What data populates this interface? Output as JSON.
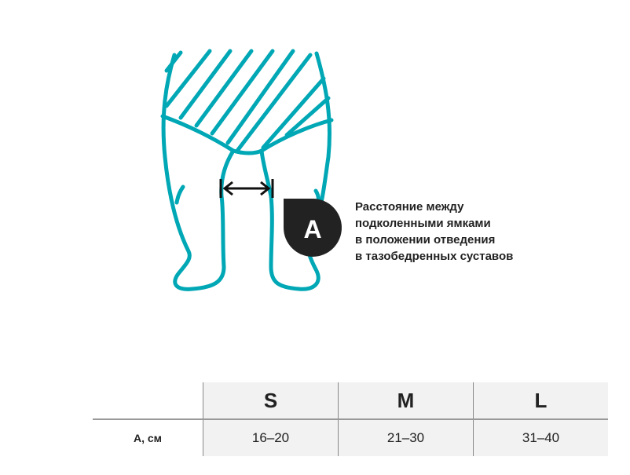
{
  "illustration": {
    "accent": "#00a7b5",
    "badge_color": "#222222",
    "badge_letter": "A"
  },
  "caption": "Расстояние между\nподколенными ямками\nв положении отведения\nв тазобедренных суставов",
  "table": {
    "headers": [
      "",
      "S",
      "M",
      "L"
    ],
    "rows": [
      {
        "label": "A, см",
        "values": [
          "16–20",
          "21–30",
          "31–40"
        ]
      }
    ]
  }
}
